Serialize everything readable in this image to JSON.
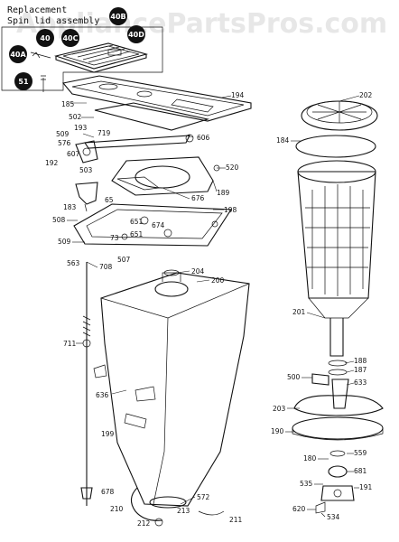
{
  "header": {
    "line1": "Replacement",
    "line2": "Spin lid assembly"
  },
  "watermark": "AppliancePartsPros.com",
  "kit_bubbles": [
    "40B",
    "40",
    "40C",
    "40D",
    "40A",
    "51"
  ],
  "labels": {
    "l194": "194",
    "l185": "185",
    "l502": "502",
    "l509a": "509",
    "l719": "719",
    "l193": "193",
    "l576": "576",
    "l607": "607",
    "l192": "192",
    "l503": "503",
    "l606": "606",
    "l520": "520",
    "l183": "183",
    "l65": "65",
    "l676": "676",
    "l189": "189",
    "l198": "198",
    "l508": "508",
    "l651a": "651",
    "l674": "674",
    "l73": "73",
    "l651b": "651",
    "l509b": "509",
    "l507": "507",
    "l563": "563",
    "l708": "708",
    "l204": "204",
    "l200": "200",
    "l711": "711",
    "l636": "636",
    "l199": "199",
    "l678": "678",
    "l572": "572",
    "l210": "210",
    "l213": "213",
    "l212": "212",
    "l211": "211",
    "l202": "202",
    "l184": "184",
    "l201": "201",
    "l188": "188",
    "l187": "187",
    "l500": "500",
    "l633": "633",
    "l203": "203",
    "l190": "190",
    "l559": "559",
    "l180": "180",
    "l681": "681",
    "l535": "535",
    "l191": "191",
    "l620": "620",
    "l534": "534"
  }
}
